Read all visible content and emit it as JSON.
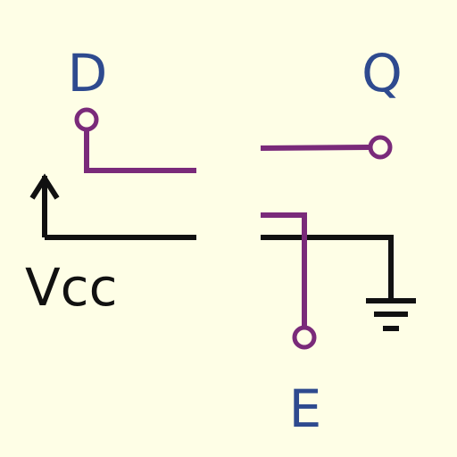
{
  "labels": {
    "d": "D",
    "q": "Q",
    "e": "E",
    "vcc": "Vcc"
  },
  "colors": {
    "background": "#fefee6",
    "label_blue": "#2e4a8f",
    "signal_purple": "#7a2a7a",
    "power_black": "#111111"
  },
  "icons": [
    "arrow-up-icon",
    "ground-icon",
    "terminal-circle-icon"
  ]
}
